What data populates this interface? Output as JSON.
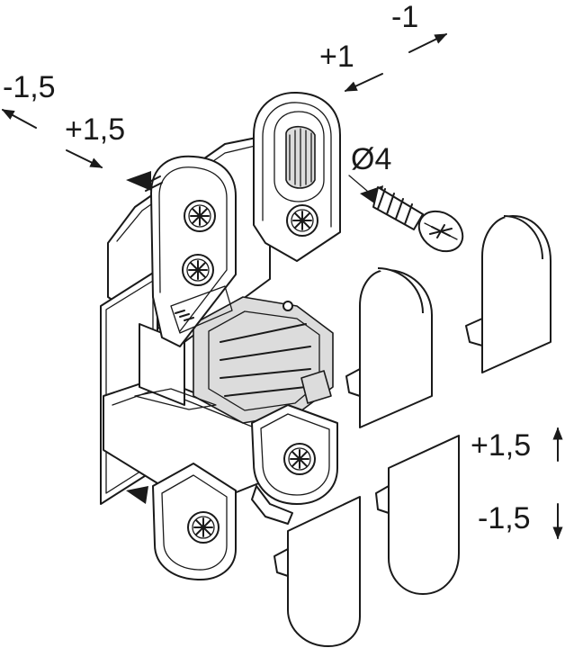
{
  "labels": {
    "depth_minus": "-1",
    "depth_plus": "+1",
    "side_minus": "-1,5",
    "side_plus": "+1,5",
    "screw_diameter": "Ø4",
    "height_plus": "+1,5",
    "height_minus": "-1,5"
  },
  "colors": {
    "line": "#1a1a1a",
    "fill": "#ffffff",
    "shade": "#dcdcdc"
  }
}
